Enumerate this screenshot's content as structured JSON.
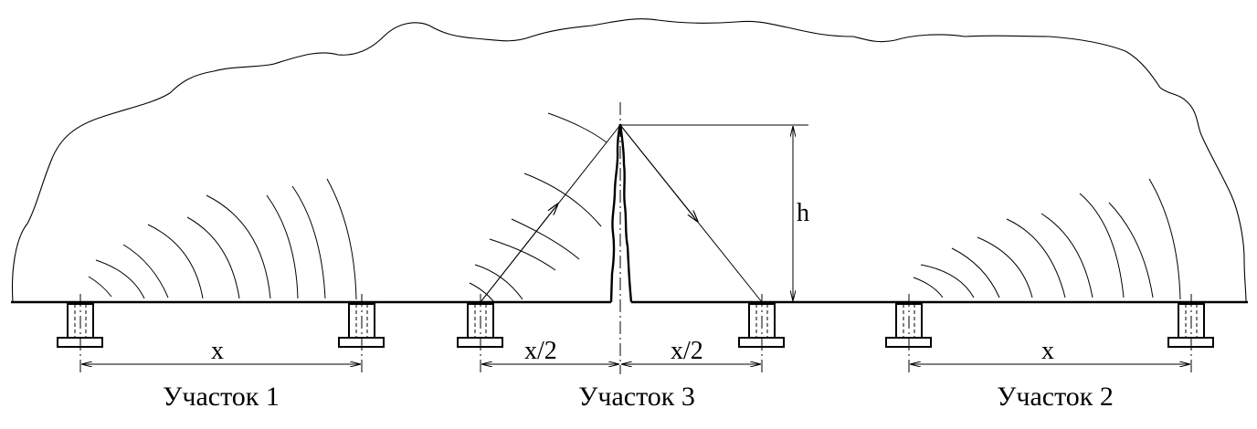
{
  "labels": {
    "section_1": "Участок 1",
    "section_3": "Участок 3",
    "section_2": "Участок 2",
    "dim_x_1": "x",
    "dim_x_half_left": "x/2",
    "dim_x_half_right": "x/2",
    "dim_x_2": "x",
    "dim_h": "h"
  },
  "colors": {
    "line": "#000000",
    "background": "#ffffff"
  }
}
